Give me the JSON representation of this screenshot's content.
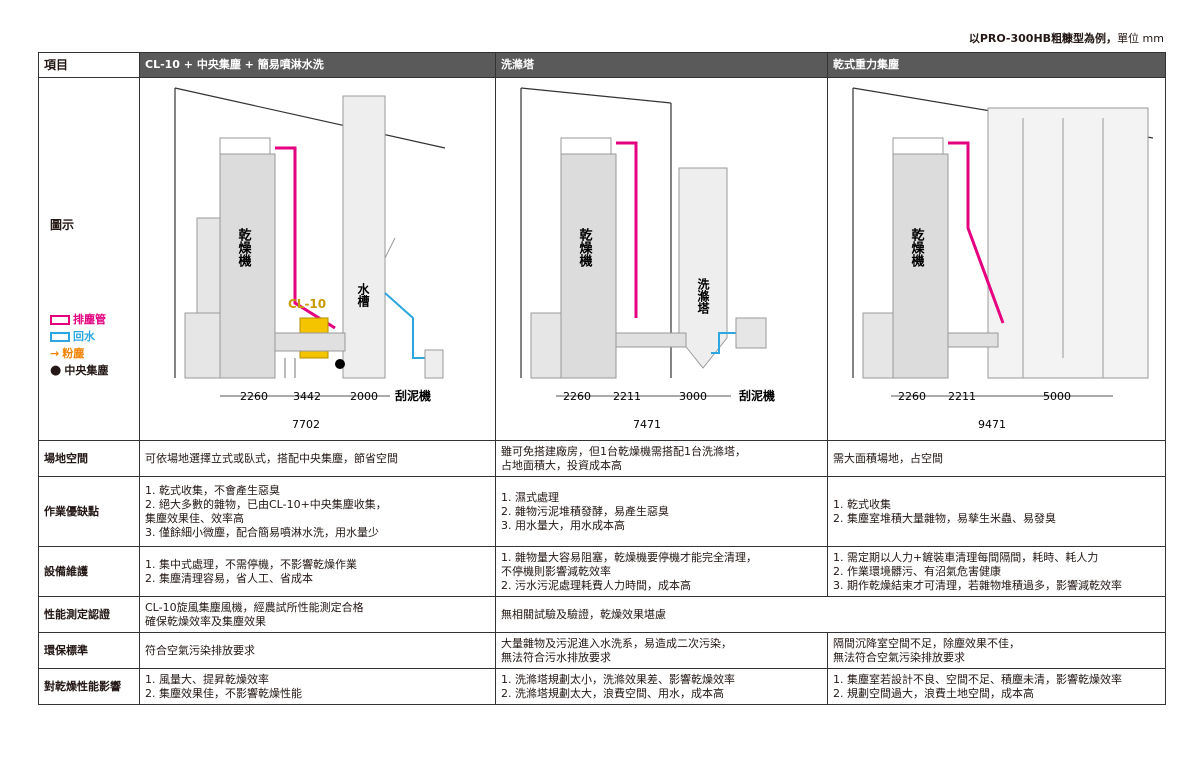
{
  "note": {
    "prefix": "以",
    "model": "PRO-300HB",
    "suffix": "粗糠型為例，",
    "unit": "單位 mm"
  },
  "header": {
    "item": "項目",
    "col1": "CL-10 + 中央集塵 + 簡易噴淋水洗",
    "col2": "洗滌塔",
    "col3": "乾式重力集塵"
  },
  "legend": {
    "title": "圖示",
    "items": [
      {
        "label": "排塵管",
        "color": "#e4007f"
      },
      {
        "label": "回水",
        "color": "#2ea7e0"
      },
      {
        "label": "粉塵",
        "color": "#f08300"
      },
      {
        "label": "中央集塵",
        "color": "#000000"
      }
    ]
  },
  "diagrams": {
    "dryer_label": "乾燥機",
    "cl10_label": "CL-10",
    "water_tank": "水槽",
    "scrubber": "洗滌塔",
    "mud_scraper": "刮泥機",
    "d1": {
      "dims": [
        "2260",
        "3442",
        "2000"
      ],
      "total": "7702"
    },
    "d2": {
      "dims": [
        "2260",
        "2211",
        "3000"
      ],
      "total": "7471"
    },
    "d3": {
      "dims": [
        "2260",
        "2211",
        "5000"
      ],
      "total": "9471"
    }
  },
  "rows": [
    {
      "label": "場地空間",
      "c1": [
        "可依場地選擇立式或臥式，搭配中央集塵，節省空間"
      ],
      "c2": [
        "雖可免搭建廠房，但1台乾燥機需搭配1台洗滌塔，",
        "占地面積大，投資成本高"
      ],
      "c3": [
        "需大面積場地，占空間"
      ]
    },
    {
      "label": "作業優缺點",
      "c1": [
        "1. 乾式收集，不會產生惡臭",
        "2. 絕大多數的雜物，已由CL-10+中央集塵收集，",
        "   集塵效果佳、效率高",
        "3. 僅餘細小微塵，配合簡易噴淋水洗，用水量少"
      ],
      "c2": [
        "1. 濕式處理",
        "2. 雜物污泥堆積發酵，易產生惡臭",
        "3. 用水量大，用水成本高"
      ],
      "c3": [
        "1. 乾式收集",
        "2. 集塵室堆積大量雜物，易孳生米蟲、易發臭"
      ]
    },
    {
      "label": "設備維護",
      "c1": [
        "1. 集中式處理，不需停機，不影響乾燥作業",
        "2. 集塵清理容易，省人工、省成本"
      ],
      "c2": [
        "1. 雜物量大容易阻塞，乾燥機要停機才能完全清理，",
        "   不停機則影響減乾效率",
        "2. 污水污泥處理耗費人力時間，成本高"
      ],
      "c3": [
        "1. 需定期以人力+鏟裝車清理每間隔間，耗時、耗人力",
        "2. 作業環境髒污、有沼氣危害健康",
        "3. 期作乾燥結束才可清理，若雜物堆積過多，影響減乾效率"
      ]
    },
    {
      "label": "性能測定認證",
      "c1": [
        "CL-10旋風集塵風機，經農試所性能測定合格",
        "確保乾燥效率及集塵效果"
      ],
      "merged": "無相關試驗及驗證，乾燥效果堪慮"
    },
    {
      "label": "環保標準",
      "c1": [
        "符合空氣污染排放要求"
      ],
      "c2": [
        "大量雜物及污泥進入水洗系，易造成二次污染，",
        "無法符合污水排放要求"
      ],
      "c3": [
        "隔間沉降室空間不足，除塵效果不佳，",
        "無法符合空氣污染排放要求"
      ]
    },
    {
      "label": "對乾燥性能影響",
      "c1": [
        "1. 風量大、提昇乾燥效率",
        "2. 集塵效果佳，不影響乾燥性能"
      ],
      "c2": [
        "1. 洗滌塔規劃太小，洗滌效果差、影響乾燥效率",
        "2. 洗滌塔規劃太大，浪費空間、用水，成本高"
      ],
      "c3": [
        "1. 集塵室若設計不良、空間不足、積塵未清，影響乾燥效率",
        "2. 規劃空間過大，浪費土地空間，成本高"
      ]
    }
  ]
}
